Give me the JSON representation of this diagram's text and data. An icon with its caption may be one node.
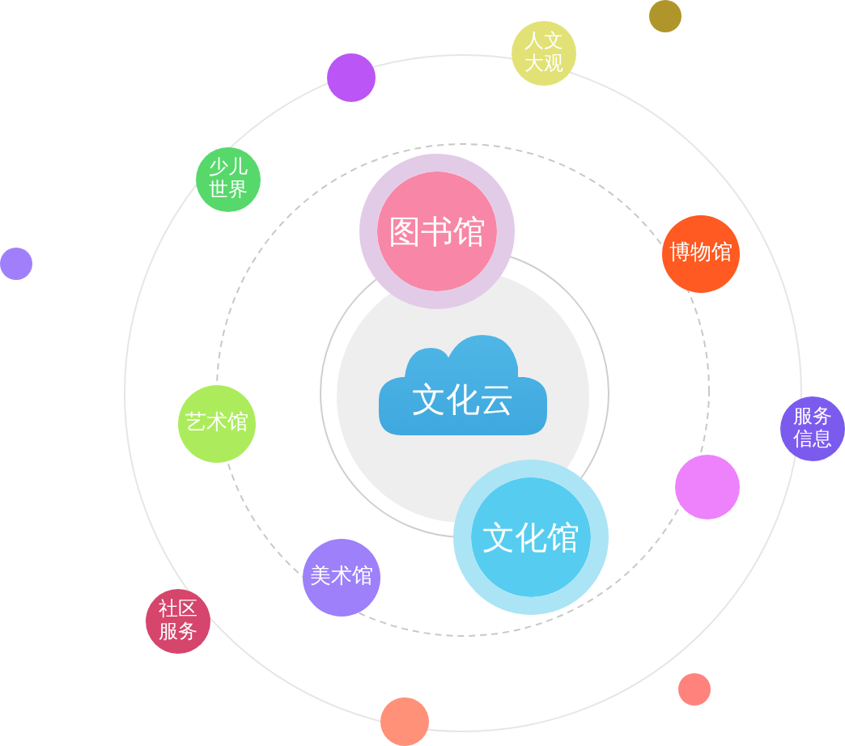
{
  "diagram": {
    "nodes": [
      {
        "text": [],
        "shape": "circle"
      },
      {
        "text": [
          "人文大观"
        ]
      },
      {
        "text": [],
        "shape": "circle"
      },
      {
        "text": [
          "少儿世界"
        ]
      },
      {
        "text": [
          "图书馆"
        ]
      },
      {
        "text": [
          "博物馆"
        ]
      },
      {
        "text": [],
        "shape": "circle"
      },
      {
        "text": [
          "文化云"
        ]
      },
      {
        "text": [
          "艺术馆"
        ]
      },
      {
        "text": [
          "服务信息"
        ]
      },
      {
        "text": [],
        "shape": "circle"
      },
      {
        "text": [
          "文化馆"
        ]
      },
      {
        "text": [
          "美术馆"
        ]
      },
      {
        "text": [
          "社区服务"
        ]
      },
      {
        "text": [],
        "shape": "circle"
      },
      {
        "text": [],
        "shape": "circle"
      }
    ]
  }
}
